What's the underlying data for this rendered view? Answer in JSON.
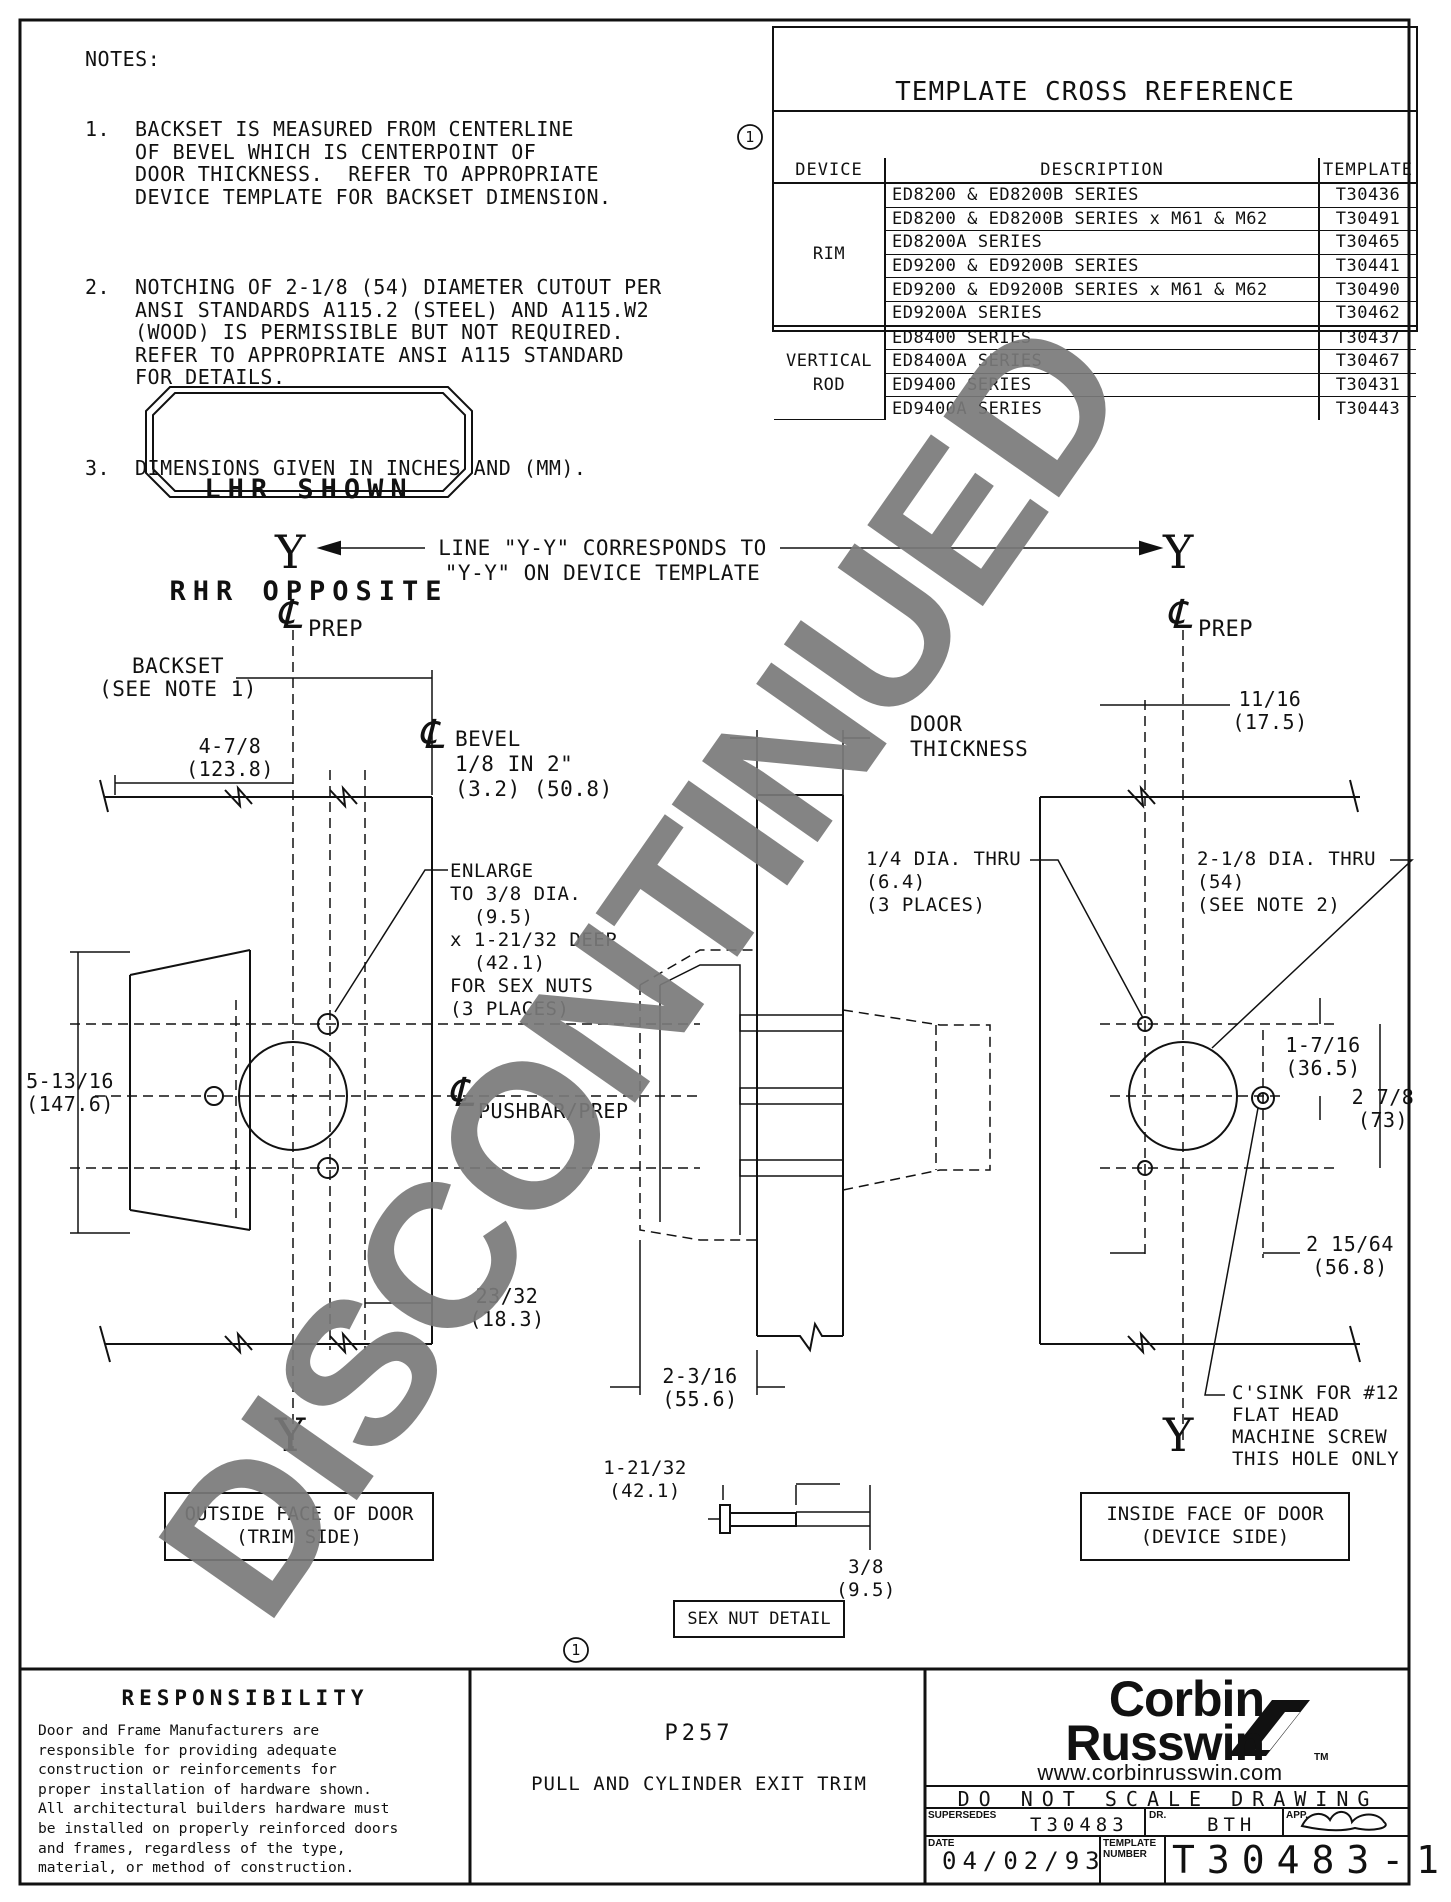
{
  "notes": {
    "heading": "NOTES:",
    "items": [
      {
        "num": "1.",
        "text": "BACKSET IS MEASURED FROM CENTERLINE\nOF BEVEL WHICH IS CENTERPOINT OF\nDOOR THICKNESS.  REFER TO APPROPRIATE\nDEVICE TEMPLATE FOR BACKSET DIMENSION."
      },
      {
        "num": "2.",
        "text": "NOTCHING OF 2-1/8 (54) DIAMETER CUTOUT PER\nANSI STANDARDS A115.2 (STEEL) AND A115.W2\n(WOOD) IS PERMISSIBLE BUT NOT REQUIRED.\nREFER TO APPROPRIATE ANSI A115 STANDARD\nFOR DETAILS."
      },
      {
        "num": "3.",
        "text": "DIMENSIONS GIVEN IN INCHES AND (MM)."
      }
    ]
  },
  "cross_reference": {
    "title": "TEMPLATE CROSS REFERENCE",
    "headers": [
      "DEVICE",
      "DESCRIPTION",
      "TEMPLATE"
    ],
    "groups": [
      {
        "device": "RIM",
        "rows": [
          {
            "description": "ED8200 & ED8200B SERIES",
            "template": "T30436"
          },
          {
            "description": "ED8200 & ED8200B SERIES x M61 & M62",
            "template": "T30491"
          },
          {
            "description": "ED8200A SERIES",
            "template": "T30465"
          },
          {
            "description": "ED9200 & ED9200B SERIES",
            "template": "T30441"
          },
          {
            "description": "ED9200 & ED9200B SERIES x M61 & M62",
            "template": "T30490"
          },
          {
            "description": "ED9200A SERIES",
            "template": "T30462"
          }
        ]
      },
      {
        "device": "VERTICAL\nROD",
        "rows": [
          {
            "description": "ED8400 SERIES",
            "template": "T30437"
          },
          {
            "description": "ED8400A SERIES",
            "template": "T30467"
          },
          {
            "description": "ED9400 SERIES",
            "template": "T30431"
          },
          {
            "description": "ED9400A SERIES",
            "template": "T30443"
          }
        ]
      }
    ],
    "revision_mark": "1"
  },
  "handing": {
    "line1": "LHR SHOWN",
    "line2": "RHR OPPOSITE"
  },
  "drawing": {
    "yy_note": "LINE \"Y-Y\" CORRESPONDS TO\n\"Y-Y\" ON DEVICE TEMPLATE",
    "y": "Y",
    "cl": "℄",
    "prep": "PREP",
    "backset": "BACKSET\n(SEE NOTE 1)",
    "dim_4_7_8": "4-7/8\n(123.8)",
    "bevel": "BEVEL\n1/8 IN 2\"\n(3.2) (50.8)",
    "door_thickness": "DOOR\nTHICKNESS",
    "dim_11_16": "11/16\n(17.5)",
    "enlarge": "ENLARGE\nTO 3/8 DIA.\n  (9.5)\nx 1-21/32 DEEP\n  (42.1)\nFOR SEX NUTS\n(3 PLACES)",
    "quarter_dia": "1/4 DIA. THRU\n(6.4)\n(3 PLACES)",
    "big_dia": "2-1/8 DIA. THRU\n(54)\n(SEE NOTE 2)",
    "dim_5_13_16": "5-13/16\n(147.6)",
    "pushbar": "PUSHBAR/PREP",
    "dim_1_7_16": "1-7/16\n(36.5)",
    "dim_2_7_8": "2 7/8\n(73)",
    "dim_2_15_64": "2 15/64\n(56.8)",
    "dim_23_32": "23/32\n(18.3)",
    "dim_2_3_16": "2-3/16\n(55.6)",
    "csink": "C'SINK FOR #12\nFLAT HEAD\nMACHINE SCREW\nTHIS HOLE ONLY",
    "outside_face": "OUTSIDE FACE OF DOOR\n(TRIM SIDE)",
    "inside_face": "INSIDE FACE OF DOOR\n(DEVICE SIDE)",
    "dim_1_21_32": "1-21/32\n(42.1)",
    "dim_3_8": "3/8\n(9.5)",
    "sex_nut": "SEX NUT DETAIL",
    "bottom_rev": "1"
  },
  "watermark": "DISCONTINUED",
  "title_block": {
    "responsibility_heading": "RESPONSIBILITY",
    "responsibility_text": "Door and Frame Manufacturers are\nresponsible for providing adequate\nconstruction or reinforcements for\nproper installation of hardware shown.\nAll architectural builders hardware must\nbe installed on properly reinforced doors\nand frames, regardless of the type,\nmaterial, or method of construction.",
    "product_number": "P257",
    "product_description": "PULL AND CYLINDER EXIT TRIM",
    "brand_line1": "Corbin",
    "brand_line2": "Russwin",
    "tm": "TM",
    "url": "www.corbinrusswin.com",
    "do_not_scale": "DO NOT SCALE DRAWING",
    "supersedes_label": "SUPERSEDES",
    "supersedes_value": "T30483",
    "dr_label": "DR.",
    "dr_value": "BTH",
    "app_label": "APP.",
    "date_label": "DATE",
    "date_value": "04/02/93",
    "template_label": "TEMPLATE\nNUMBER",
    "template_value": "T30483-1"
  }
}
